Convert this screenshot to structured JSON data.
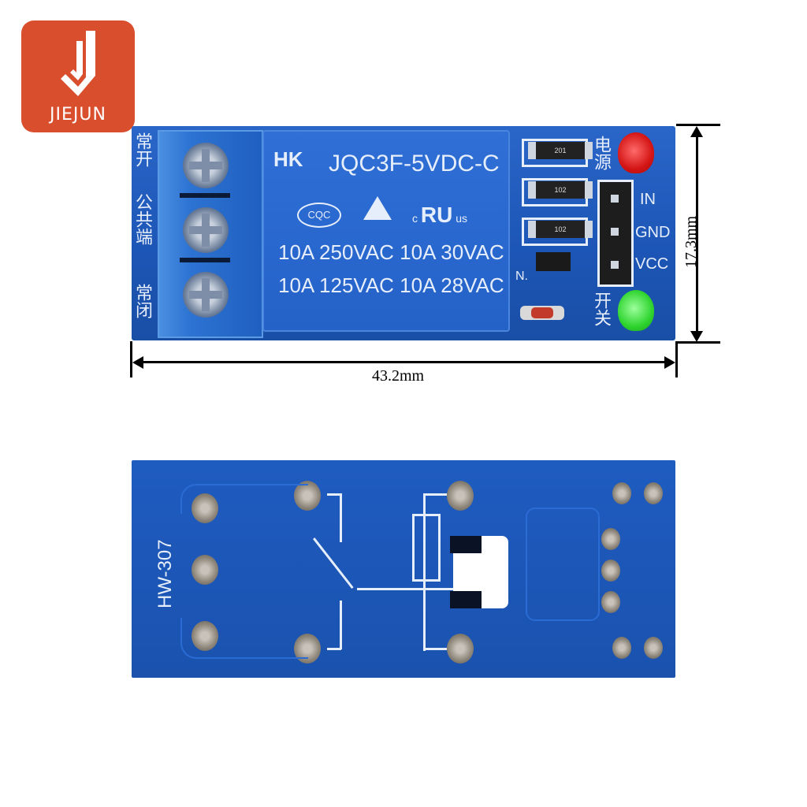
{
  "logo": {
    "brand_text": "JIEJUN",
    "mark": "J",
    "color": "#d94f2d"
  },
  "top_view": {
    "terminal_labels": [
      "常开",
      "公共端",
      "常闭"
    ],
    "relay": {
      "brand_mark": "HK",
      "model": "JQC3F-5VDC-C",
      "cert_cqc": "CQC",
      "cert_ul_prefix": "c",
      "cert_ul": "RU",
      "cert_ul_suffix": "us",
      "rating_line1": "10A 250VAC 10A 30VAC",
      "rating_line2": "10A 125VAC 10A 28VAC"
    },
    "resistors": [
      "201",
      "102",
      "102"
    ],
    "transistor_label": "N.",
    "pins": [
      "IN",
      "GND",
      "VCC"
    ],
    "led_power_label": "电源",
    "led_switch_label": "开关",
    "led_power_color": "#e31b1b",
    "led_switch_color": "#35d435"
  },
  "dimensions": {
    "width": "43.2mm",
    "height": "17.3mm"
  },
  "bottom_view": {
    "board_label": "HW-307"
  }
}
